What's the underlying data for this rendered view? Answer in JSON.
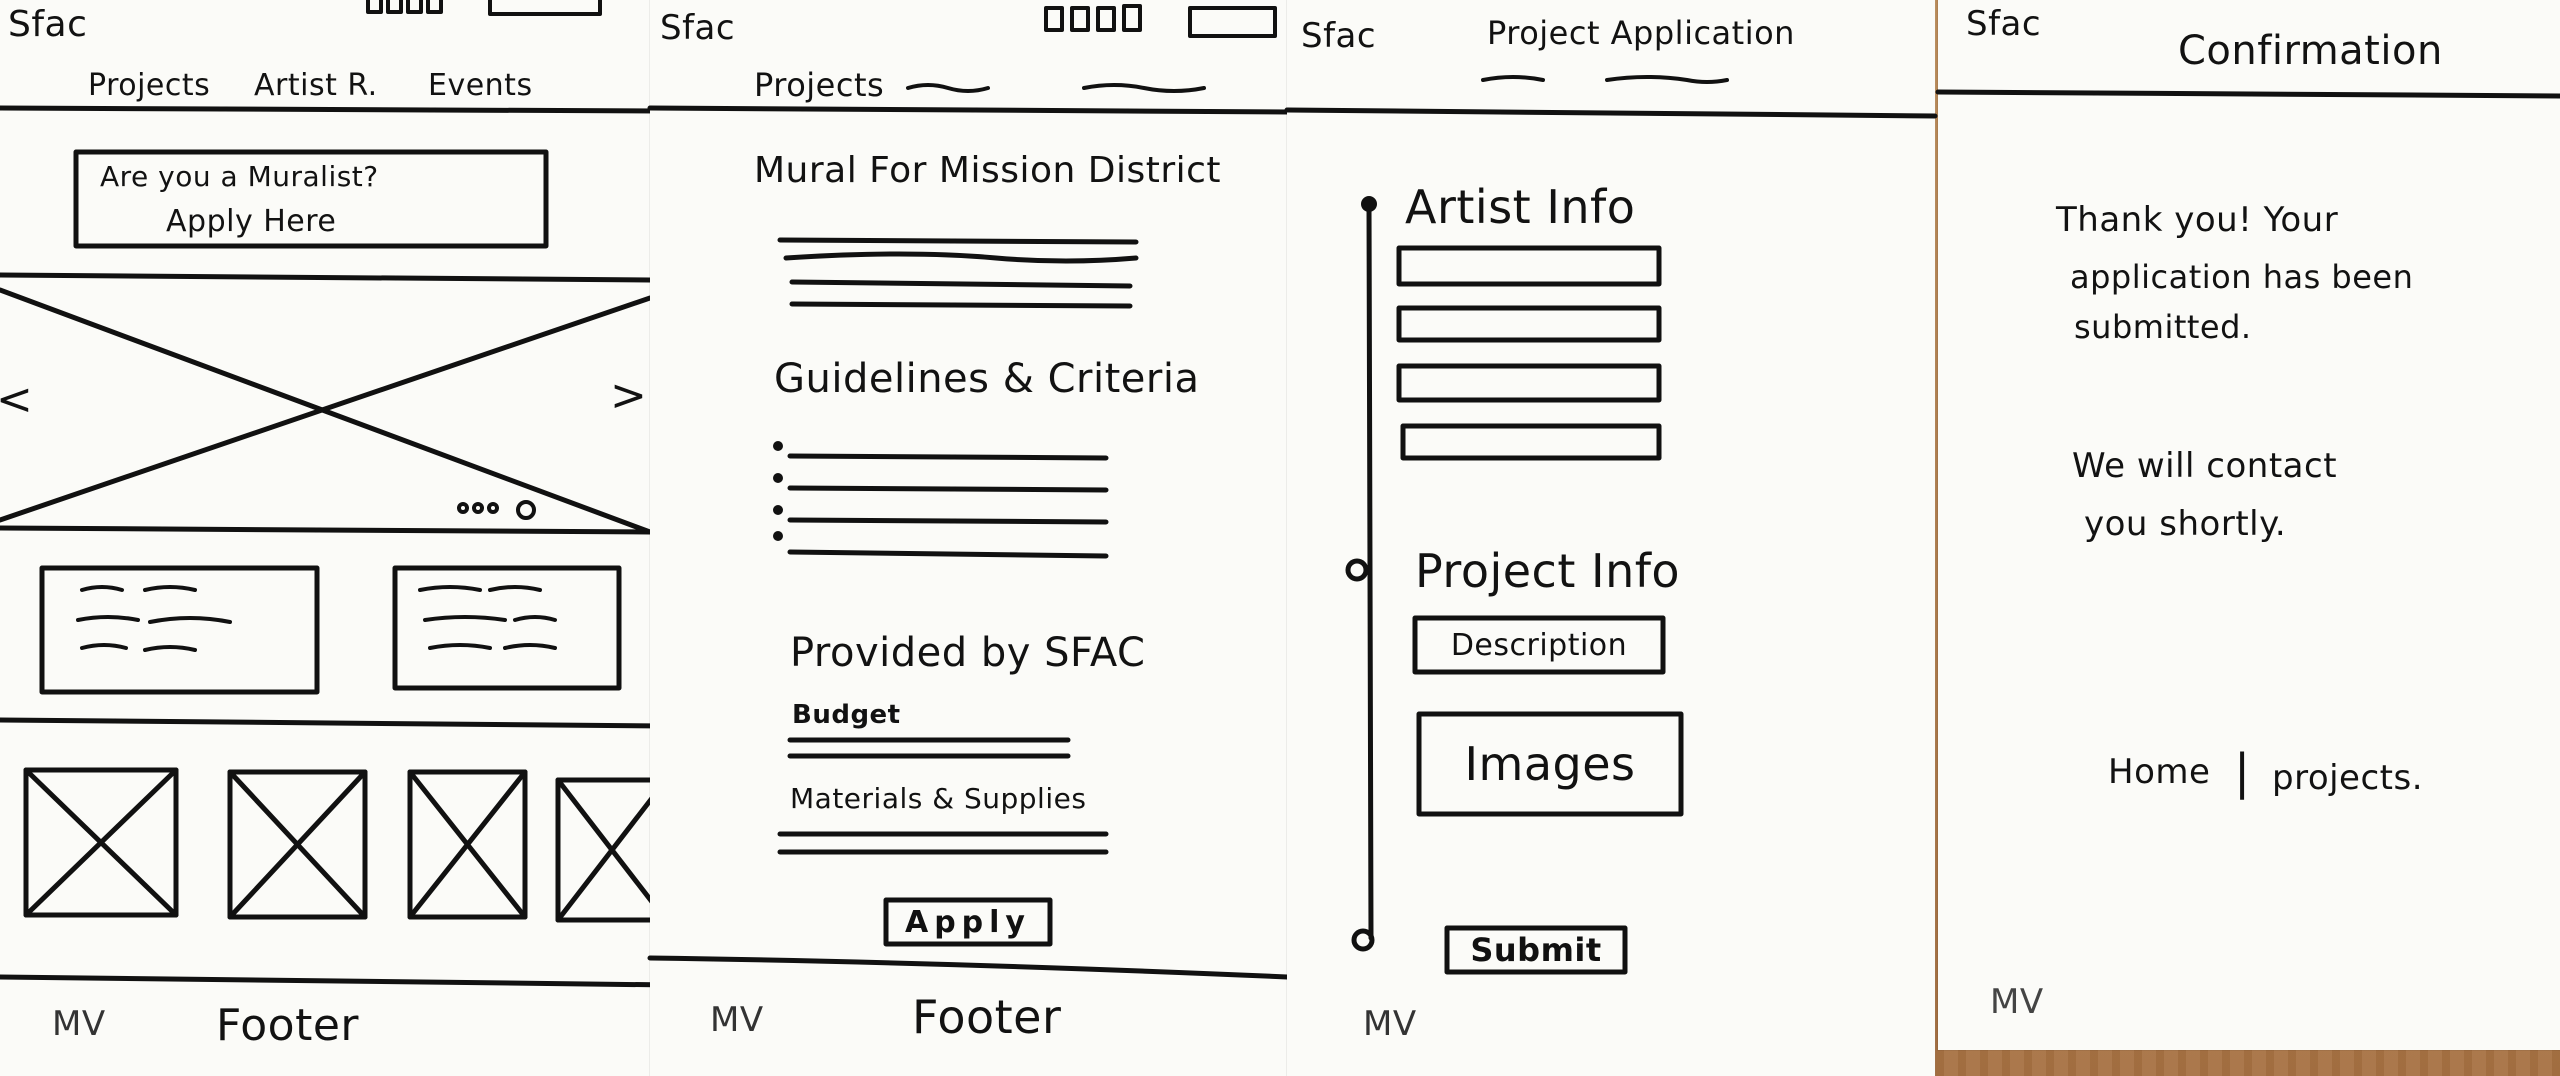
{
  "screens": {
    "home": {
      "logo": "Sfac",
      "nav": [
        "Projects",
        "Artist R.",
        "Events"
      ],
      "cta_line1": "Are you a Muralist?",
      "cta_line2": "Apply Here",
      "carousel_prev": "<",
      "carousel_next": ">",
      "footer_logo": "MV",
      "footer": "Footer"
    },
    "project": {
      "logo": "Sfac",
      "nav_active": "Projects",
      "title": "Mural For Mission District",
      "guidelines_heading": "Guidelines & Criteria",
      "provided_heading": "Provided by SFAC",
      "budget_label": "Budget",
      "materials_label": "Materials & Supplies",
      "apply_button": "Apply",
      "footer_logo": "MV",
      "footer": "Footer"
    },
    "application": {
      "logo": "Sfac",
      "title": "Project Application",
      "artist_heading": "Artist Info",
      "project_heading": "Project Info",
      "description_label": "Description",
      "images_label": "Images",
      "submit_button": "Submit",
      "footer_logo": "MV"
    },
    "confirmation": {
      "logo": "Sfac",
      "title": "Confirmation",
      "message_1": "Thank you! Your",
      "message_2": "application has been",
      "message_3": "submitted.",
      "contact_1": "We will contact",
      "contact_2": "you shortly.",
      "home_link": "Home",
      "separator": "|",
      "projects_link": "projects.",
      "footer_logo": "MV"
    }
  }
}
